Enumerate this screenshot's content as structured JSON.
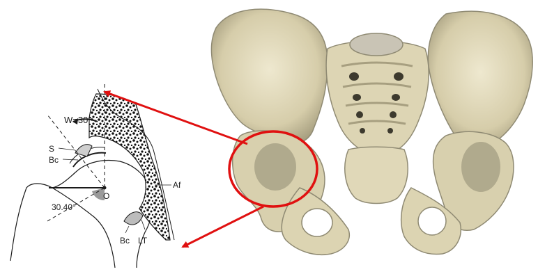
{
  "labels": {
    "angle_w": "W=30°",
    "label_s": "S",
    "label_bc_top": "Bc",
    "label_o": "O",
    "label_af": "Af",
    "angle_bottom": "30.40°",
    "label_bc_bottom": "Bc",
    "label_lt": "LT"
  },
  "colors": {
    "arrow": "#e01010",
    "bone_light": "#e8e2c8",
    "bone_mid": "#cfc6a2",
    "bone_shadow": "#8f8a73",
    "ink": "#1a1a1a",
    "cancellous": "#111111",
    "marker_gray": "#9a9a9a"
  },
  "icons": {
    "pelvis": "pelvis-illustration",
    "hip_section": "hip-joint-cross-section",
    "arrow": "red-arrow"
  }
}
